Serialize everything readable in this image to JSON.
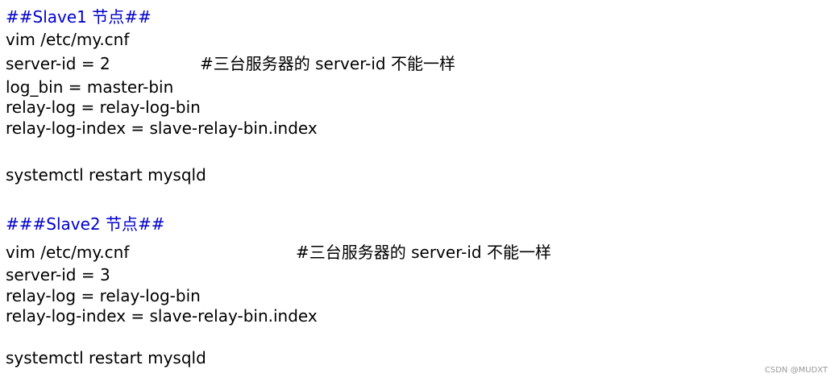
{
  "slave1": {
    "heading": "##Slave1 节点##",
    "lines": [
      "vim /etc/my.cnf",
      "server-id = 2",
      "log_bin = master-bin",
      "relay-log = relay-log-bin",
      "relay-log-index = slave-relay-bin.index",
      "systemctl restart mysqld"
    ],
    "comment": "#三台服务器的 server-id 不能一样"
  },
  "slave2": {
    "heading": "###Slave2 节点##",
    "lines": [
      "vim /etc/my.cnf",
      "server-id = 3",
      "relay-log = relay-log-bin",
      "relay-log-index = slave-relay-bin.index",
      "systemctl restart mysqld"
    ],
    "comment": "#三台服务器的 server-id 不能一样"
  },
  "watermark": "CSDN @MUDXT",
  "colors": {
    "heading": "#0000cc",
    "text": "#000000",
    "watermark": "#999999"
  }
}
